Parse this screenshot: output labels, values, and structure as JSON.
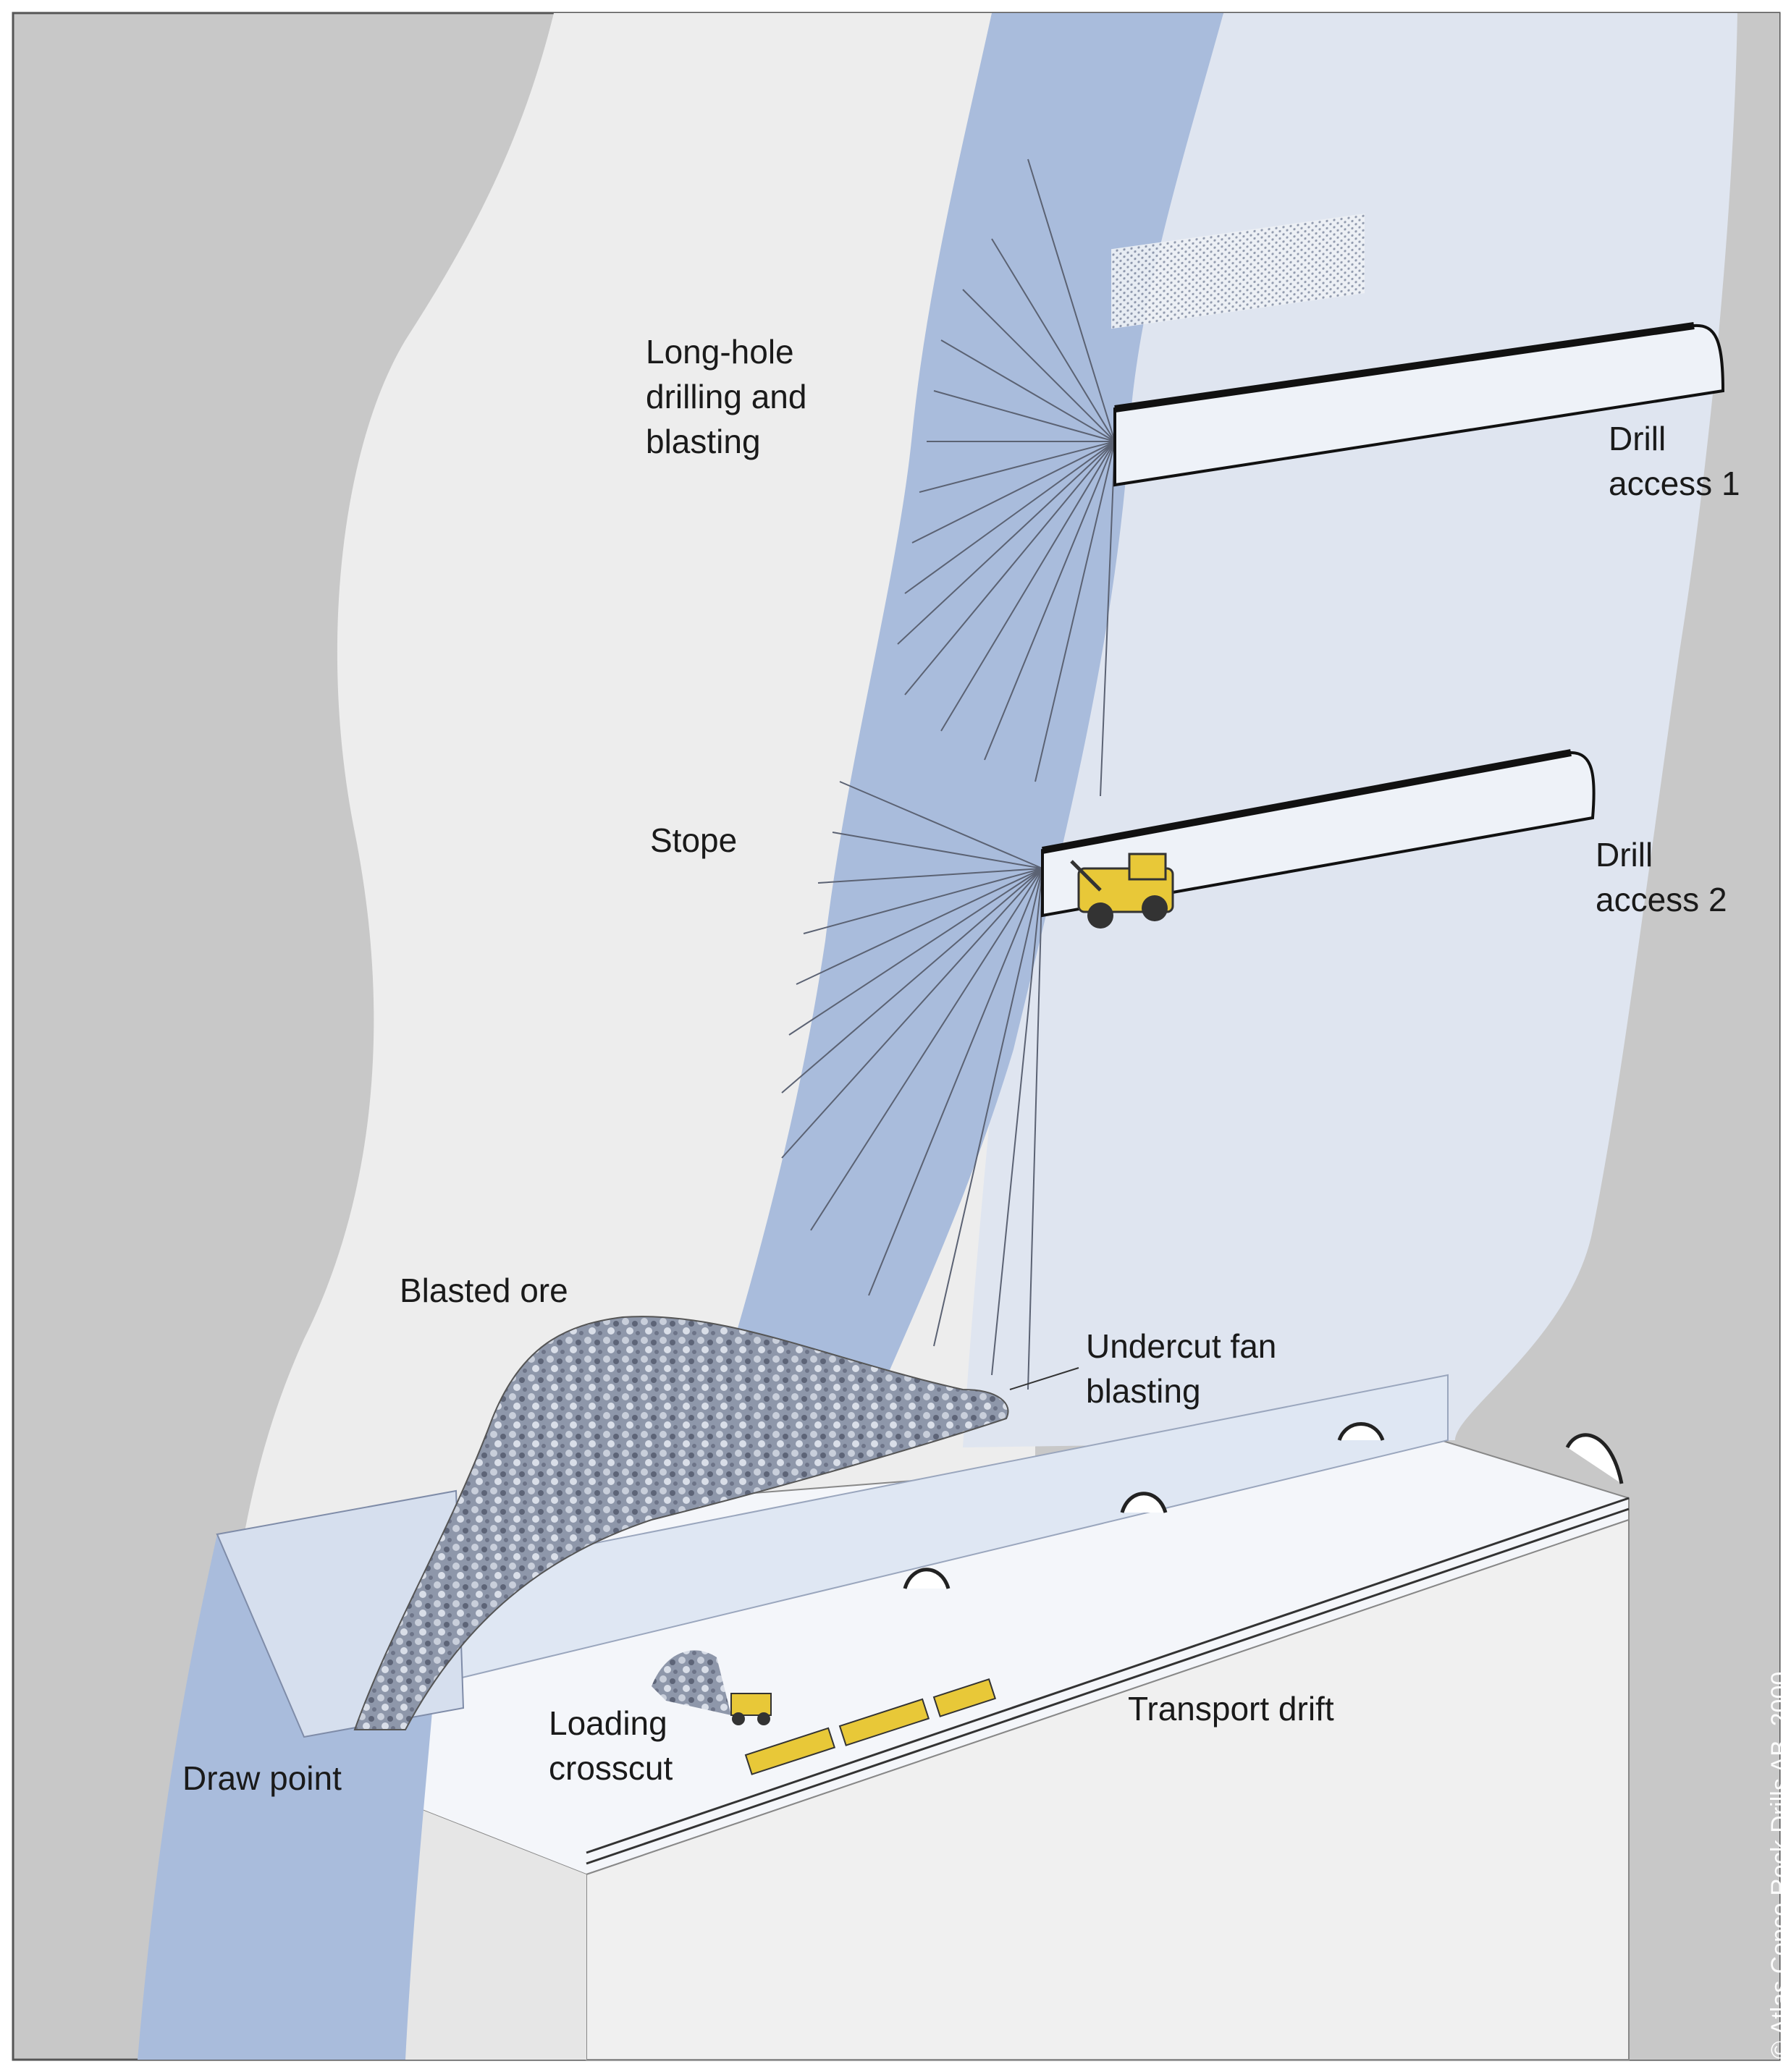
{
  "labels": {
    "long_hole": "Long-hole\ndrilling and\nblasting",
    "drill_access_1": "Drill\naccess 1",
    "stope": "Stope",
    "drill_access_2": "Drill\naccess 2",
    "blasted_ore": "Blasted ore",
    "undercut_fan": "Undercut fan\nblasting",
    "transport_drift": "Transport drift",
    "loading_crosscut": "Loading\ncrosscut",
    "draw_point": "Draw point"
  },
  "copyright": "© Atlas Copco Rock Drills AB, 2000",
  "colors": {
    "host_rock": "#c8c8c8",
    "hanging_wall_rock": "#ededed",
    "ore_body": "#a9bcdc",
    "stope_face": "#dfe5f0",
    "tunnel_floor": "#f4f6fa",
    "machine_yellow": "#e8c838",
    "blasted_ore": "#8e97aa"
  }
}
